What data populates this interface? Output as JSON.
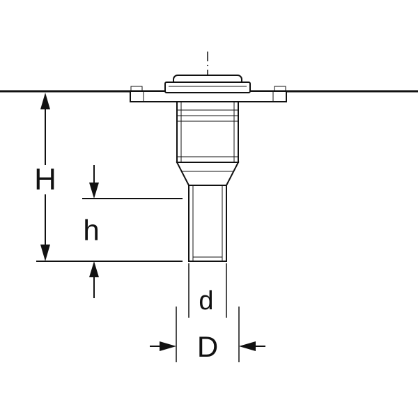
{
  "diagram": {
    "title": "roof-outlet-dimension-drawing",
    "labels": {
      "total_height": "H",
      "spigot_height": "h",
      "inner_diameter": "d",
      "outer_diameter": "D"
    },
    "colors": {
      "line": "#111111",
      "background": "#ffffff"
    }
  }
}
